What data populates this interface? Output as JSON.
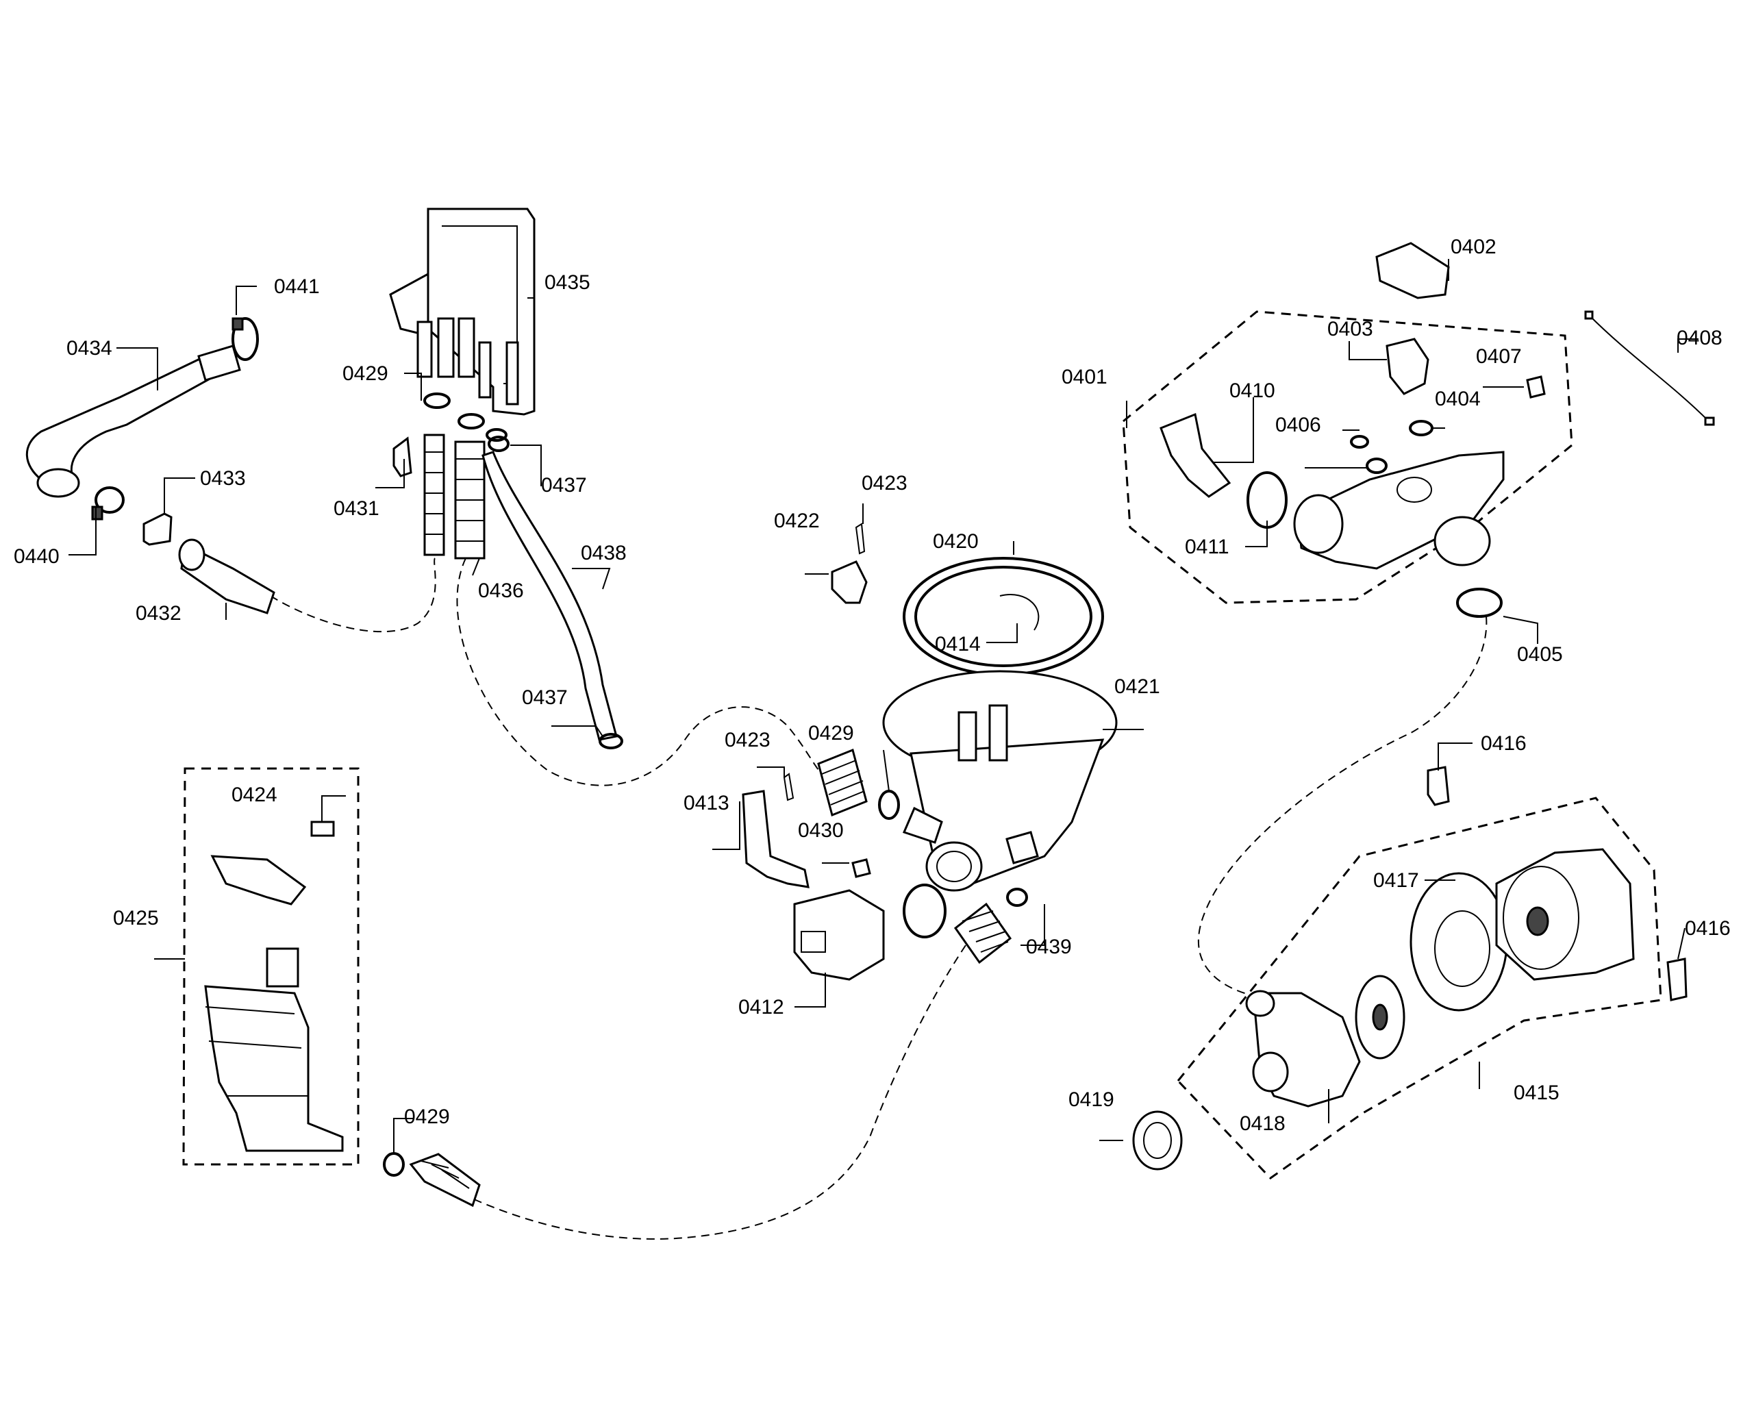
{
  "labels": {
    "p0401": "0401",
    "p0402": "0402",
    "p0403": "0403",
    "p0404": "0404",
    "p0405": "0405",
    "p0406": "0406",
    "p0407": "0407",
    "p0408": "0408",
    "p0410": "0410",
    "p0411": "0411",
    "p0412": "0412",
    "p0413": "0413",
    "p0414": "0414",
    "p0415": "0415",
    "p0416a": "0416",
    "p0416b": "0416",
    "p0417": "0417",
    "p0418": "0418",
    "p0419": "0419",
    "p0420": "0420",
    "p0421": "0421",
    "p0422": "0422",
    "p0423a": "0423",
    "p0423b": "0423",
    "p0424": "0424",
    "p0425": "0425",
    "p0429a": "0429",
    "p0429b": "0429",
    "p0429c": "0429",
    "p0430": "0430",
    "p0431": "0431",
    "p0432": "0432",
    "p0433": "0433",
    "p0434": "0434",
    "p0435": "0435",
    "p0436": "0436",
    "p0437a": "0437",
    "p0437b": "0437",
    "p0438": "0438",
    "p0439": "0439",
    "p0440": "0440",
    "p0441": "0441"
  }
}
